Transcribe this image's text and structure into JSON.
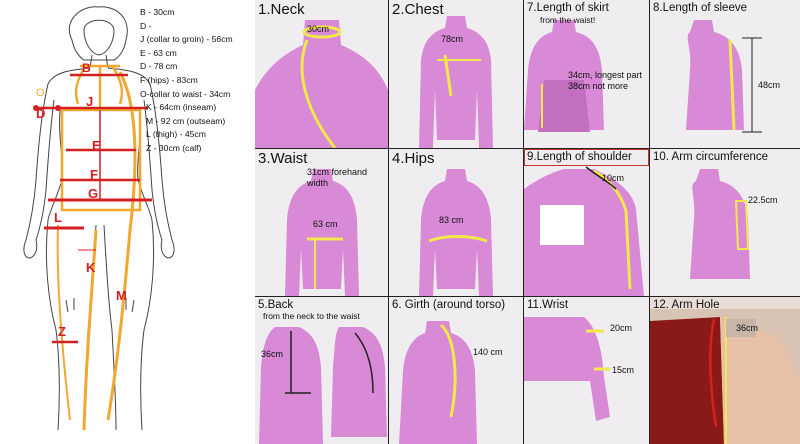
{
  "figure": {
    "legend": [
      "B - 30cm",
      "D -",
      "J (collar to groin) - 56cm",
      "E - 63 cm",
      "D - 78 cm",
      "F (hips) - 83cm",
      "O-collar to waist - 34cm",
      "K - 64cm (inseam)",
      "M - 92 cm (outseam)",
      "L (thigh) - 45cm",
      "Z - 30cm (calf)"
    ],
    "letters": {
      "B": "B",
      "O": "O",
      "J": "J",
      "D": "D",
      "E": "E",
      "F": "F",
      "G": "G",
      "L": "L",
      "K": "K",
      "M": "M",
      "Z": "Z"
    }
  },
  "tiles": {
    "neck": {
      "title": "1.Neck",
      "label": "30cm"
    },
    "chest": {
      "title": "2.Chest",
      "label": "78cm"
    },
    "waist": {
      "title": "3.Waist",
      "label": "63 cm",
      "note": "31cm forehand width"
    },
    "hips": {
      "title": "4.Hips",
      "label": "83 cm"
    },
    "back": {
      "title": "5.Back",
      "subtitle": "from the neck to the waist",
      "label": "36cm"
    },
    "girth": {
      "title": "6. Girth (around torso)",
      "label": "140 cm"
    },
    "skirt": {
      "title": "7.Length of skirt",
      "subtitle": "from the waist!",
      "label": "34cm, longest part 38cm not more"
    },
    "sleeve": {
      "title": "8.Length of sleeve",
      "label": "48cm"
    },
    "shoulder": {
      "title": "9.Length of shoulder",
      "label": "10cm"
    },
    "arm": {
      "title": "10. Arm circumference",
      "label": "22.5cm"
    },
    "wrist": {
      "title": "11.Wrist",
      "label_top": "20cm",
      "label_bottom": "15cm"
    },
    "armhole": {
      "title": "12. Arm Hole",
      "label": "36cm"
    }
  },
  "colors": {
    "leotard": "#d98ad6",
    "leotard_shadow": "#c26fc0",
    "tape": "#f2e74b",
    "tape_orange": "#f0a830",
    "red_mark": "#d42020",
    "background": "#efedf0"
  }
}
